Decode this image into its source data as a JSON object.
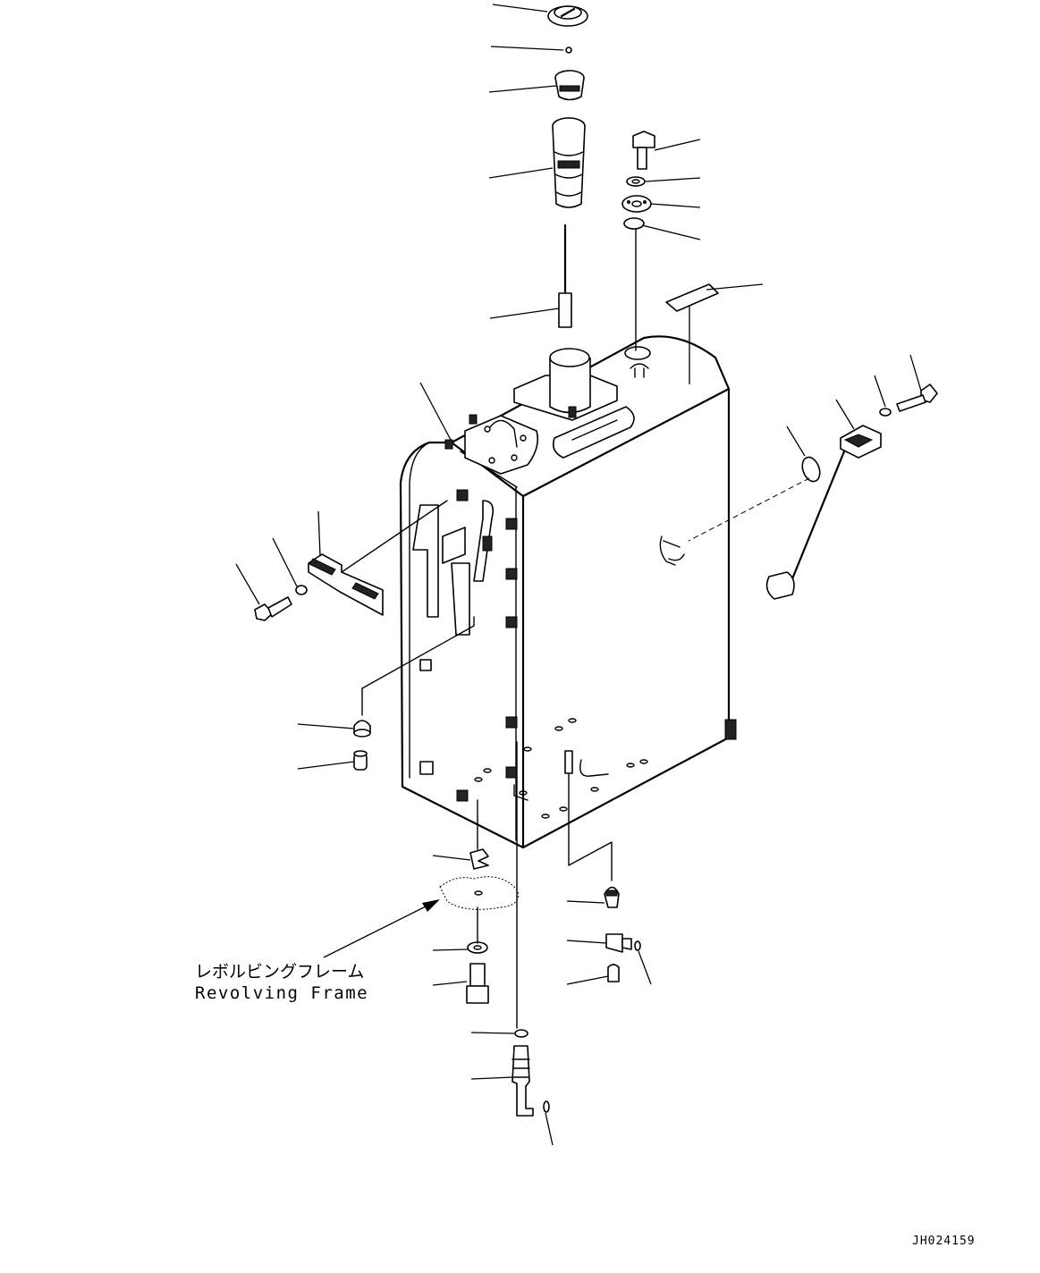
{
  "diagram": {
    "annotation": {
      "label_jp": "レボルビングフレーム",
      "label_en": "Revolving Frame"
    },
    "drawing_code": "JH024159"
  }
}
